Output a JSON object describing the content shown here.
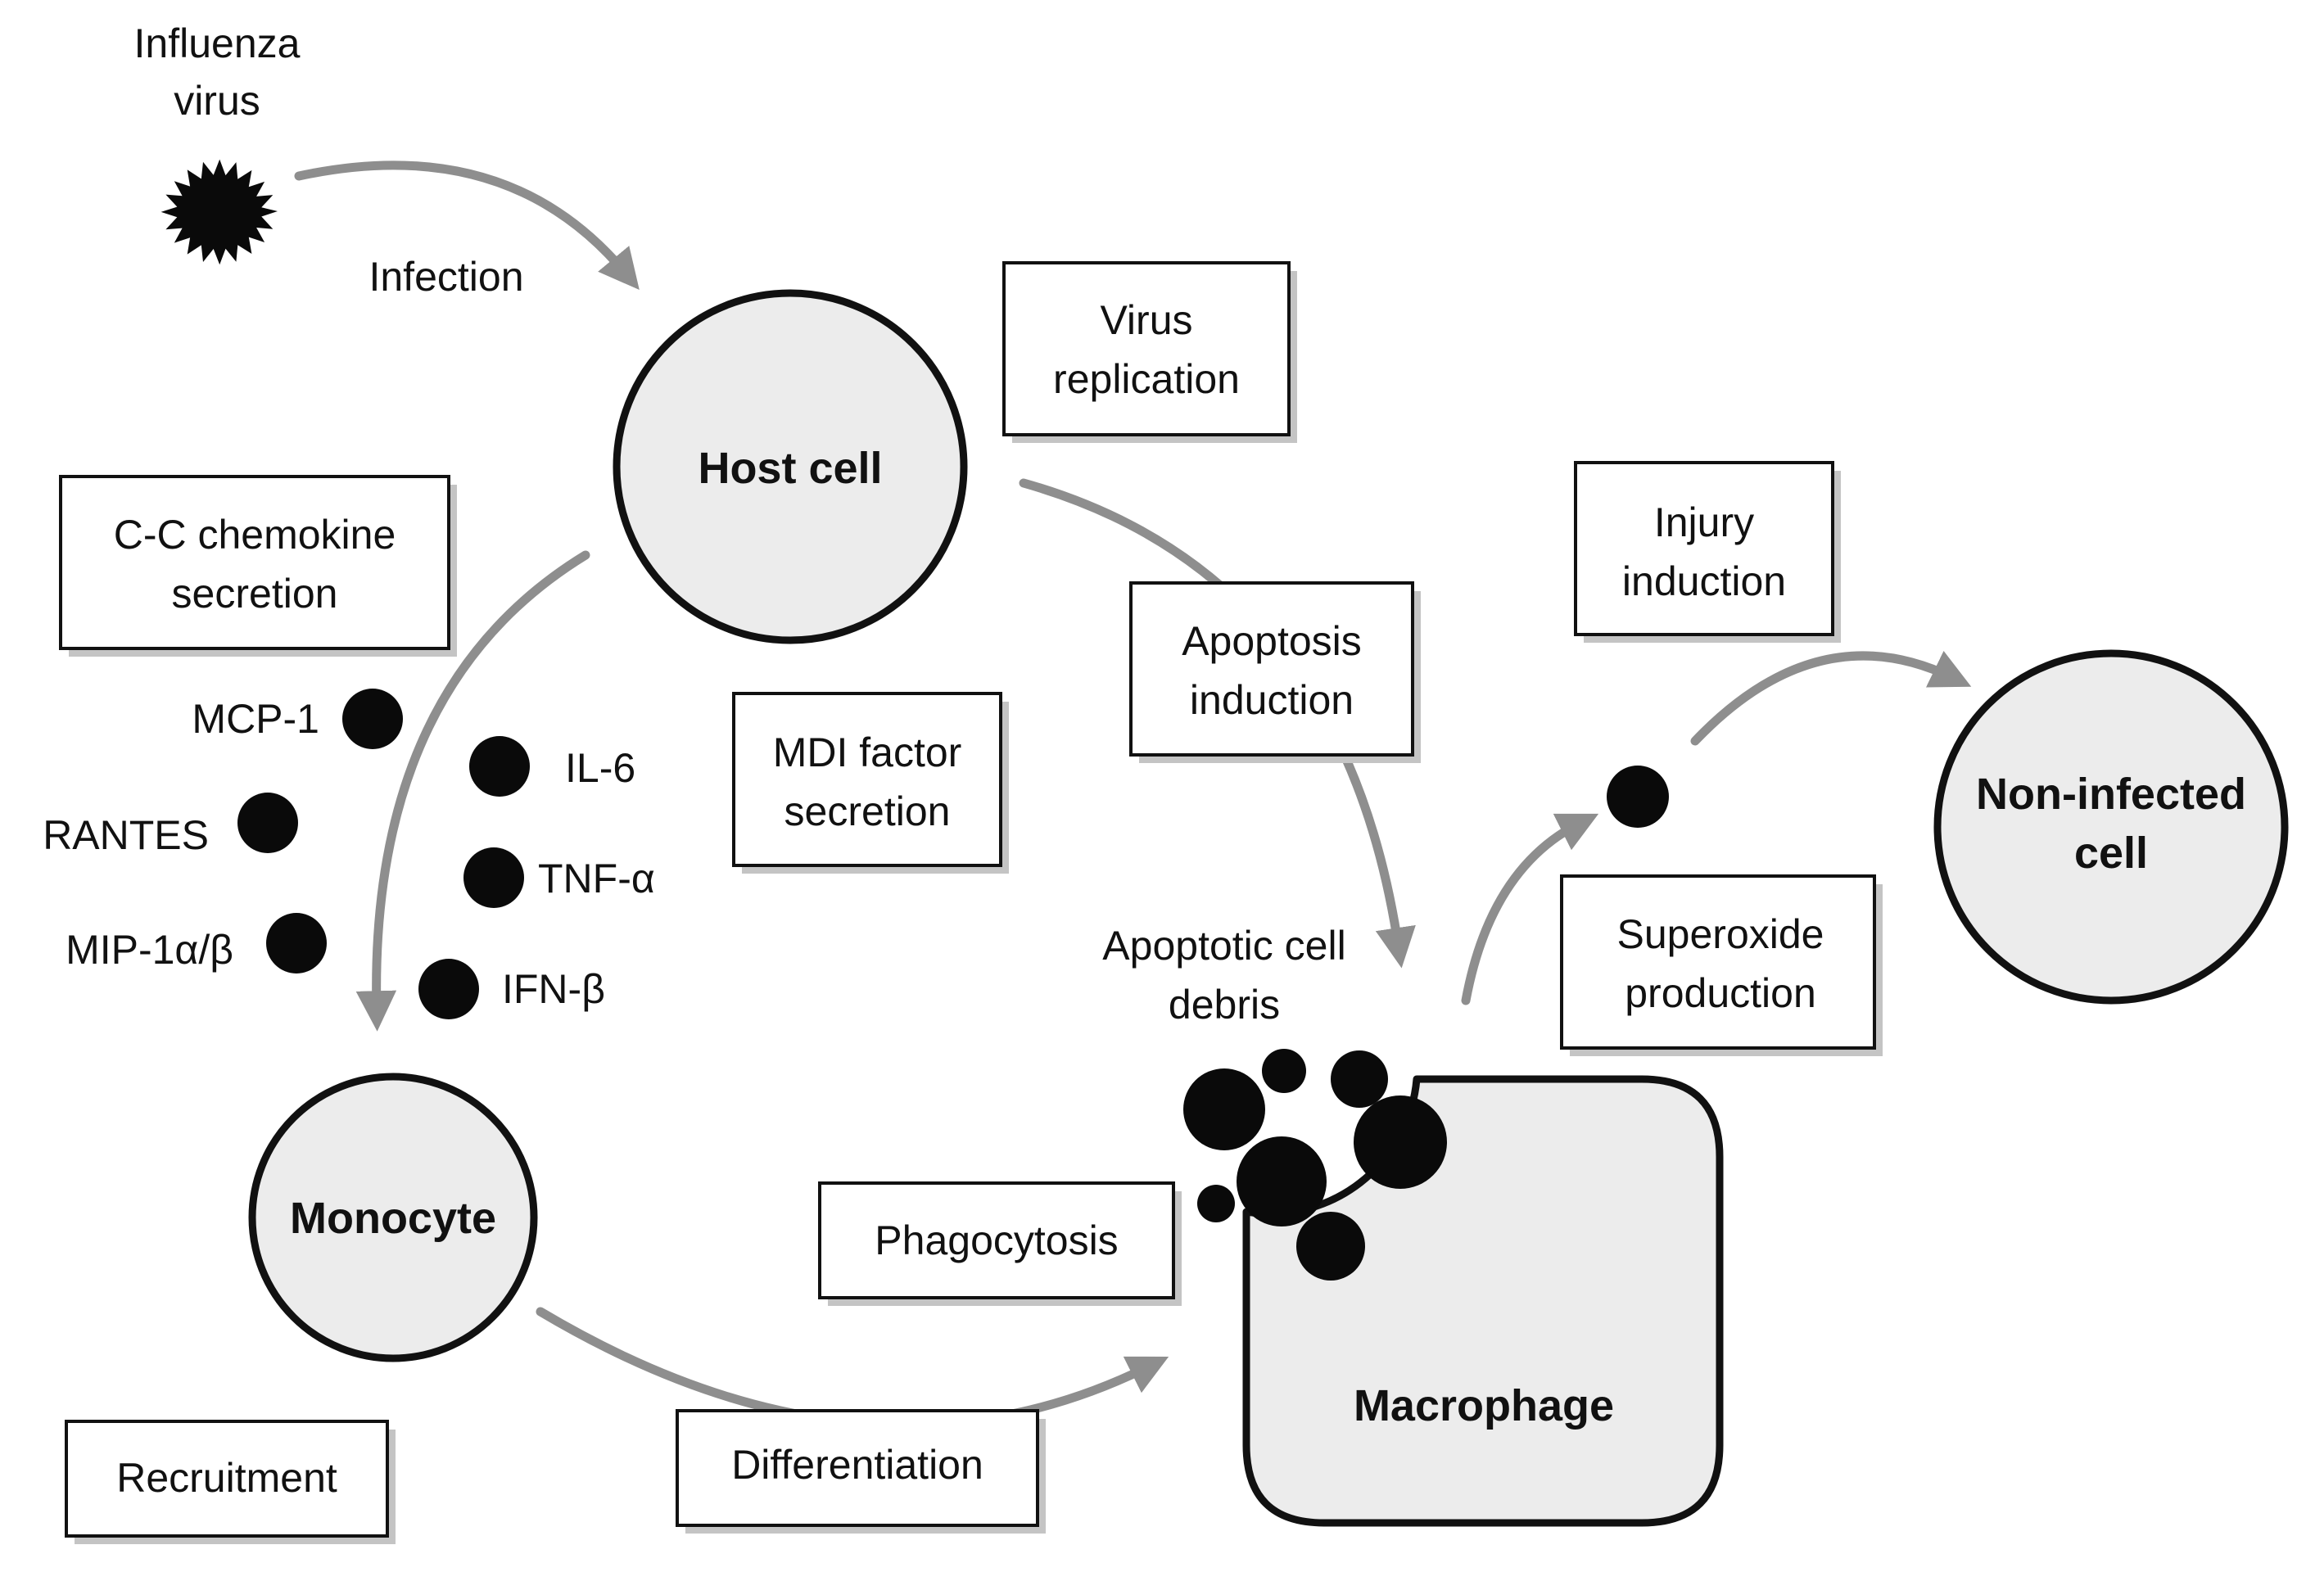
{
  "title": "",
  "nodes": {
    "virus": "Influenza\nvirus",
    "host_cell": "Host cell",
    "monocyte": "Monocyte",
    "macrophage": "Macrophage",
    "non_infected_cell": "Non-infected\ncell"
  },
  "edge_labels": {
    "infection": "Infection",
    "apoptotic_debris": "Apoptotic cell\ndebris"
  },
  "boxes": {
    "virus_replication": "Virus\nreplication",
    "cc_chemokine": "C-C chemokine\nsecretion",
    "mdi_factor": "MDI factor\nsecretion",
    "apoptosis_induction": "Apoptosis\ninduction",
    "injury_induction": "Injury\ninduction",
    "superoxide": "Superoxide\nproduction",
    "phagocytosis": "Phagocytosis",
    "recruitment": "Recruitment",
    "differentiation": "Differentiation"
  },
  "chemokines": [
    "MCP-1",
    "RANTES",
    "MIP-1α/β"
  ],
  "cytokines": [
    "IL-6",
    "TNF-α",
    "IFN-β"
  ],
  "colors": {
    "cell_fill": "#ececec",
    "outline": "#111111",
    "arrow": "#8e8e8e",
    "particle": "#0a0a0a",
    "box_shadow": "#c4c4c4"
  }
}
